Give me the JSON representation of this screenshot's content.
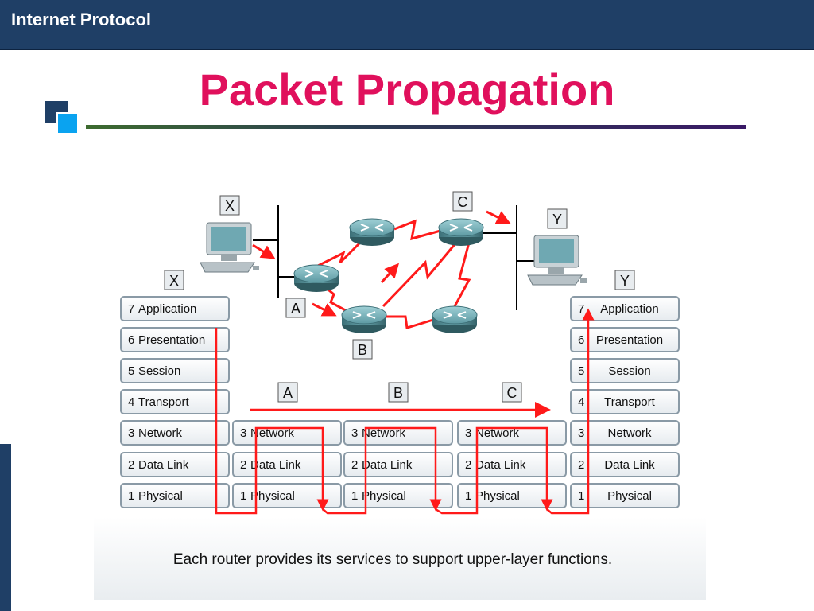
{
  "header": {
    "title": "Internet Protocol"
  },
  "slide": {
    "title": "Packet Propagation"
  },
  "diagram": {
    "host_labels": {
      "left": "X",
      "right": "Y"
    },
    "router_labels": {
      "a": "A",
      "b": "B",
      "c": "C"
    },
    "osi_stack_left": [
      {
        "num": "7",
        "name": "Application"
      },
      {
        "num": "6",
        "name": "Presentation"
      },
      {
        "num": "5",
        "name": "Session"
      },
      {
        "num": "4",
        "name": "Transport"
      },
      {
        "num": "3",
        "name": "Network"
      },
      {
        "num": "2",
        "name": "Data Link"
      },
      {
        "num": "1",
        "name": "Physical"
      }
    ],
    "osi_stack_right": [
      {
        "num": "7",
        "name": "Application"
      },
      {
        "num": "6",
        "name": "Presentation"
      },
      {
        "num": "5",
        "name": "Session"
      },
      {
        "num": "4",
        "name": "Transport"
      },
      {
        "num": "3",
        "name": "Network"
      },
      {
        "num": "2",
        "name": "Data Link"
      },
      {
        "num": "1",
        "name": "Physical"
      }
    ],
    "router_stacks": [
      {
        "label": "A",
        "layers": [
          {
            "num": "3",
            "name": "Network"
          },
          {
            "num": "2",
            "name": "Data Link"
          },
          {
            "num": "1",
            "name": "Physical"
          }
        ]
      },
      {
        "label": "B",
        "layers": [
          {
            "num": "3",
            "name": "Network"
          },
          {
            "num": "2",
            "name": "Data Link"
          },
          {
            "num": "1",
            "name": "Physical"
          }
        ]
      },
      {
        "label": "C",
        "layers": [
          {
            "num": "3",
            "name": "Network"
          },
          {
            "num": "2",
            "name": "Data Link"
          },
          {
            "num": "1",
            "name": "Physical"
          }
        ]
      }
    ],
    "caption": "Each router provides its services to support upper-layer functions.",
    "colors": {
      "arrow": "#ff1a1a",
      "router": "#4f8a93",
      "box_border": "#8a9aa6",
      "title": "#e0105c",
      "header": "#1f3f66"
    }
  }
}
